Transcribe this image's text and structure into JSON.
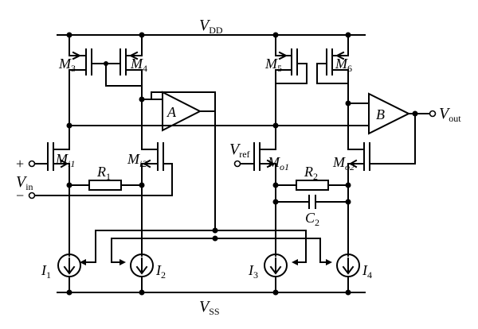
{
  "rails": {
    "vdd": {
      "main": "V",
      "sub": "DD"
    },
    "vss": {
      "main": "V",
      "sub": "SS"
    }
  },
  "transistors": {
    "m3": {
      "main": "M",
      "sub": "3"
    },
    "m4": {
      "main": "M",
      "sub": "4"
    },
    "m5": {
      "main": "M",
      "sub": "5"
    },
    "m6": {
      "main": "M",
      "sub": "6"
    },
    "mi1": {
      "main": "M",
      "sub": "i1"
    },
    "mi2": {
      "main": "M",
      "sub": "i2"
    },
    "mo1": {
      "main": "M",
      "sub": "o1"
    },
    "mo2": {
      "main": "M",
      "sub": "o2"
    }
  },
  "amplifiers": {
    "a": "A",
    "b": "B"
  },
  "passives": {
    "r1": {
      "main": "R",
      "sub": "1"
    },
    "r2": {
      "main": "R",
      "sub": "2"
    },
    "c2": {
      "main": "C",
      "sub": "2"
    }
  },
  "sources": {
    "i1": {
      "main": "I",
      "sub": "1"
    },
    "i2": {
      "main": "I",
      "sub": "2"
    },
    "i3": {
      "main": "I",
      "sub": "3"
    },
    "i4": {
      "main": "I",
      "sub": "4"
    }
  },
  "terminals": {
    "plus": "+",
    "minus": "−",
    "vin": {
      "main": "V",
      "sub": "in"
    },
    "vref": {
      "main": "V",
      "sub": "ref"
    },
    "vout": {
      "main": "V",
      "sub": "out"
    }
  }
}
